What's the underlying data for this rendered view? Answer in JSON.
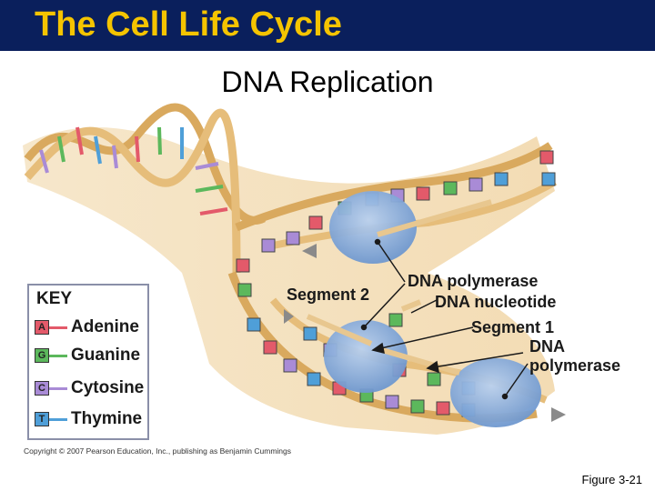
{
  "title": "The Cell Life Cycle",
  "subtitle": "DNA Replication",
  "labels": {
    "segment2": "Segment 2",
    "dna_polymerase_top": "DNA polymerase",
    "dna_nucleotide": "DNA nucleotide",
    "segment1": "Segment 1",
    "dna_polymerase_bottom_1": "DNA",
    "dna_polymerase_bottom_2": "polymerase"
  },
  "key": {
    "title": "KEY",
    "items": [
      {
        "letter": "A",
        "name": "Adenine",
        "color": "#e35a6a"
      },
      {
        "letter": "G",
        "name": "Guanine",
        "color": "#5cb85c"
      },
      {
        "letter": "C",
        "name": "Cytosine",
        "color": "#a98bd6"
      },
      {
        "letter": "T",
        "name": "Thymine",
        "color": "#4f9fd8"
      }
    ]
  },
  "copyright": "Copyright © 2007 Pearson Education, Inc., publishing as Benjamin Cummings",
  "figure_number": "Figure 3-21",
  "colors": {
    "title_bar": "#0a1f5c",
    "title_text": "#f5c400",
    "backbone": "#e8c78f",
    "enzyme": "#7fa6d6"
  }
}
